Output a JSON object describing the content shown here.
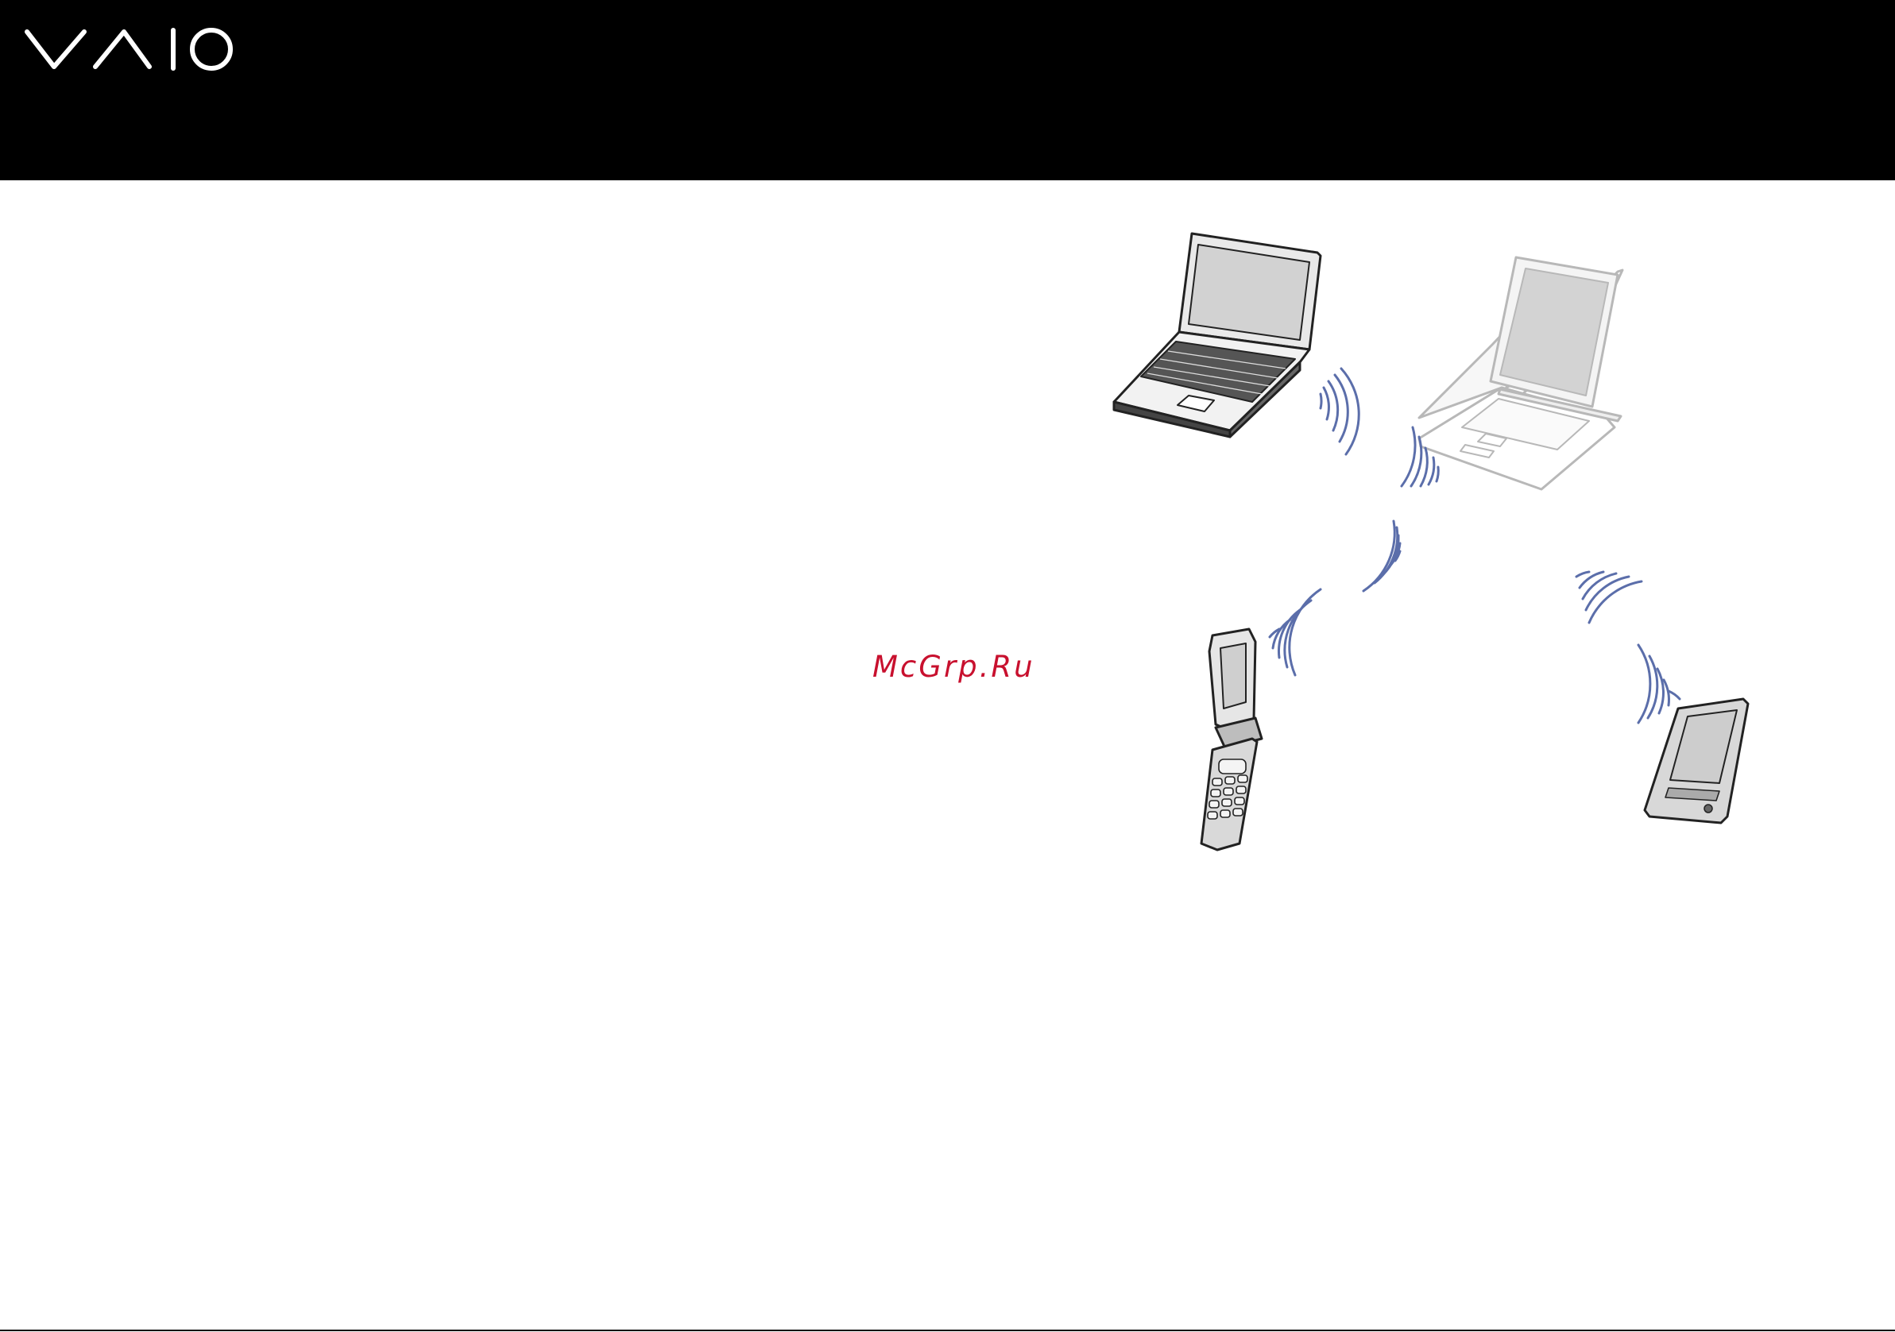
{
  "header": {
    "logo_text": "VAIO"
  },
  "watermark": {
    "text": "McGrp.Ru"
  },
  "illustration": {
    "devices": [
      "laptop-primary",
      "laptop-peer",
      "mobile-phone",
      "pda"
    ],
    "signal_color": "#5b6eaa"
  },
  "colors": {
    "header": "#000000",
    "watermark": "#c8102e"
  }
}
